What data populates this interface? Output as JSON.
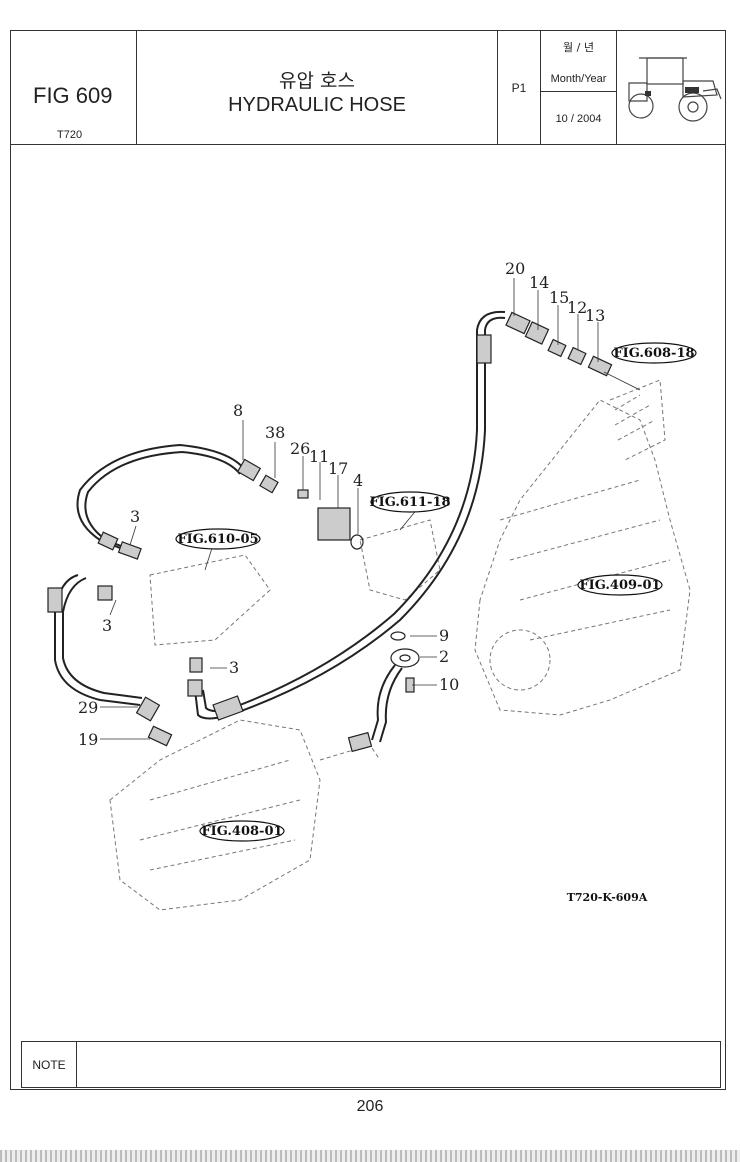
{
  "header": {
    "fig_number": "FIG 609",
    "model": "T720",
    "title_ko": "유압 호스",
    "title_en": "HYDRAULIC HOSE",
    "page_code": "P1",
    "month_year_ko": "월 / 년",
    "month_year_label": "Month/Year",
    "date": "10 / 2004"
  },
  "callouts": [
    "20",
    "14",
    "15",
    "12",
    "13",
    "8",
    "38",
    "26",
    "11",
    "17",
    "4",
    "3",
    "3",
    "3",
    "9",
    "2",
    "10",
    "29",
    "19"
  ],
  "references": [
    "FIG.608-18",
    "FIG.611-18",
    "FIG.610-05",
    "FIG.409-01",
    "FIG.408-01"
  ],
  "drawing_code": "T720-K-609A",
  "note_label": "NOTE",
  "page_number": "206"
}
